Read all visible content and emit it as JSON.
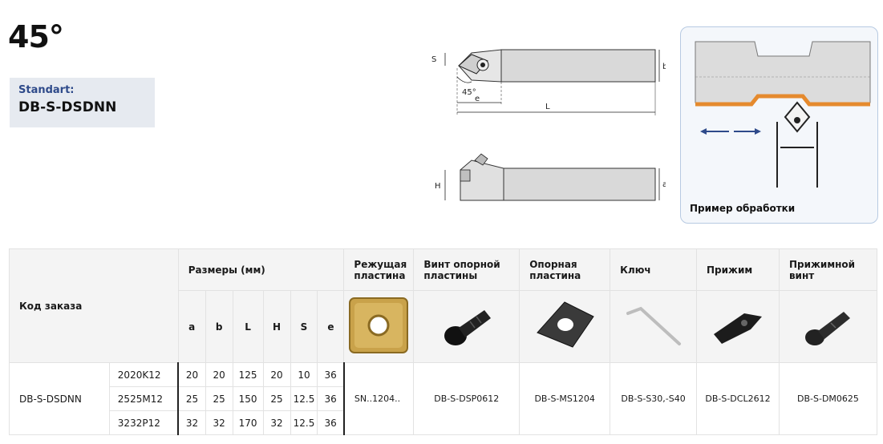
{
  "title": "45°",
  "standart": {
    "label": "Standart:",
    "value": "DB-S-DSDNN"
  },
  "drawing": {
    "labels": {
      "s": "S",
      "b": "b",
      "angle": "45°",
      "e": "e",
      "L": "L",
      "H": "H",
      "a": "a"
    }
  },
  "example": {
    "caption": "Пример обработки"
  },
  "table": {
    "code_header": "Код заказа",
    "dims_header": "Размеры (мм)",
    "dim_columns": [
      "a",
      "b",
      "L",
      "H",
      "S",
      "e"
    ],
    "part_headers": [
      "Режущая пластина",
      "Винт опорной пластины",
      "Опорная пластина",
      "Ключ",
      "Прижим",
      "Прижимной винт"
    ],
    "code": "DB-S-DSDNN",
    "rows": [
      {
        "size": "2020K12",
        "a": "20",
        "b": "20",
        "L": "125",
        "H": "20",
        "S": "10",
        "e": "36"
      },
      {
        "size": "2525M12",
        "a": "25",
        "b": "25",
        "L": "150",
        "H": "25",
        "S": "12.5",
        "e": "36"
      },
      {
        "size": "3232P12",
        "a": "32",
        "b": "32",
        "L": "170",
        "H": "32",
        "S": "12.5",
        "e": "36"
      }
    ],
    "parts": [
      "SN..1204..",
      "DB-S-DSP0612",
      "DB-S-MS1204",
      "DB-S-S30,-S40",
      "DB-S-DCL2612",
      "DB-S-DM0625"
    ]
  }
}
